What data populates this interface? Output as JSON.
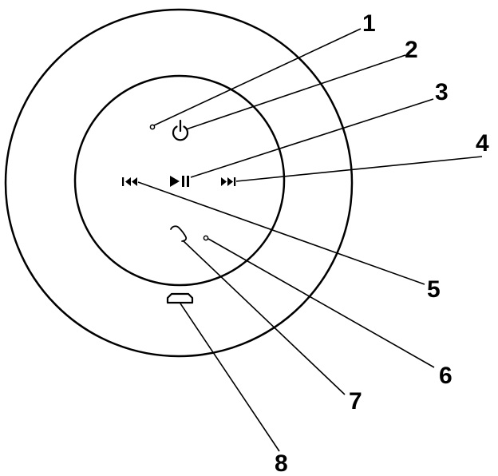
{
  "diagram": {
    "colors": {
      "line": "#000000",
      "background": "#ffffff"
    },
    "controls": [
      {
        "id": "1",
        "icon": "indicator-led-icon"
      },
      {
        "id": "2",
        "icon": "power-icon"
      },
      {
        "id": "3",
        "icon": "play-pause-icon"
      },
      {
        "id": "4",
        "icon": "next-track-icon"
      },
      {
        "id": "5",
        "icon": "previous-track-icon"
      },
      {
        "id": "6",
        "icon": "microphone-hole-icon"
      },
      {
        "id": "7",
        "icon": "phone-call-icon"
      },
      {
        "id": "8",
        "icon": "micro-usb-port-icon"
      }
    ],
    "callouts": {
      "n1": "1",
      "n2": "2",
      "n3": "3",
      "n4": "4",
      "n5": "5",
      "n6": "6",
      "n7": "7",
      "n8": "8"
    }
  }
}
